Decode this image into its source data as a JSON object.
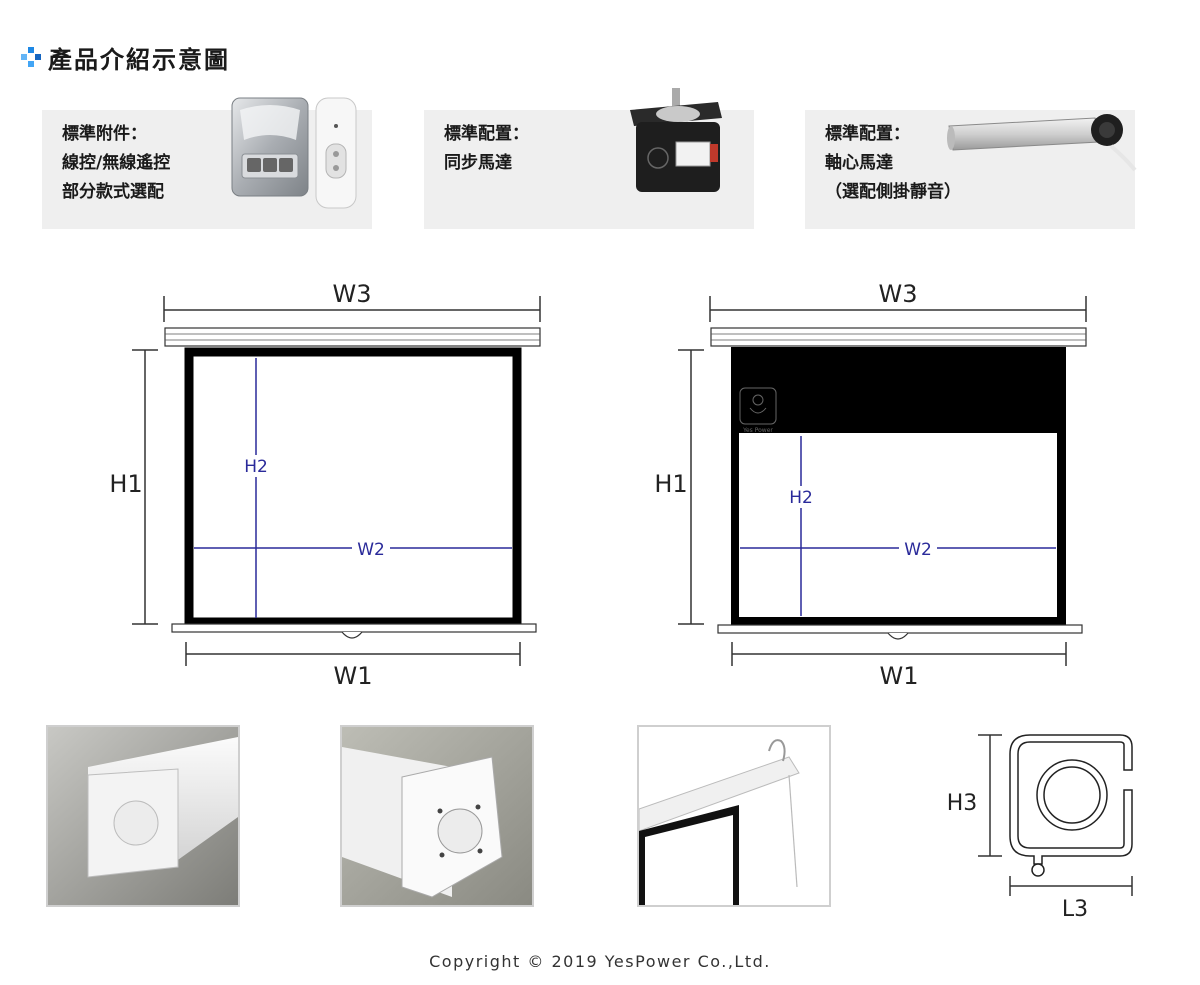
{
  "header": {
    "title": "產品介紹示意圖",
    "icon": "blue-cross-icon",
    "accent": "#1e88e5"
  },
  "panels": [
    {
      "lines": [
        "標準附件：",
        "線控/無線遙控",
        "部分款式選配"
      ],
      "image": "remote-control-image"
    },
    {
      "lines": [
        "標準配置：",
        "同步馬達"
      ],
      "image": "synchronous-motor-image"
    },
    {
      "lines": [
        "標準配置：",
        "軸心馬達",
        "（選配側掛靜音）"
      ],
      "image": "tubular-motor-image"
    }
  ],
  "diagrams": {
    "left": {
      "w3": "W3",
      "h1": "H1",
      "h2": "H2",
      "w2": "W2",
      "w1": "W1"
    },
    "right": {
      "w3": "W3",
      "h1": "H1",
      "h2": "H2",
      "w2": "W2",
      "w1": "W1",
      "watermark": "Yes Power"
    }
  },
  "profile": {
    "h3": "H3",
    "l3": "L3"
  },
  "photos": [
    "housing-end-cap-photo",
    "housing-end-bracket-photo",
    "hanging-screen-photo"
  ],
  "footer": {
    "copyright": "Copyright © 2019 YesPower Co.,Ltd."
  },
  "colors": {
    "dimension_line": "#2a2a9a",
    "screen_border": "#000000",
    "panel_bg": "#efefef"
  }
}
